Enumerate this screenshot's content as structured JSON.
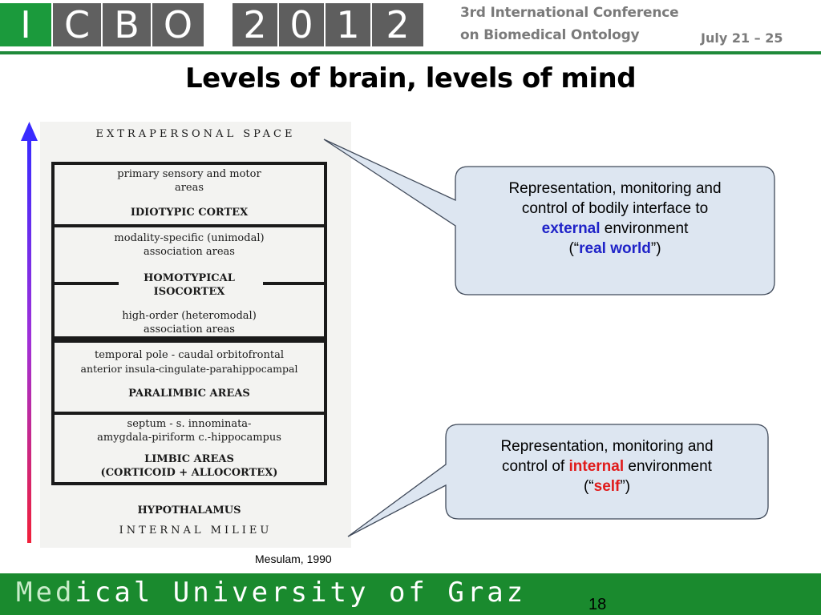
{
  "header": {
    "logo_letters": [
      "I",
      "C",
      "B",
      "O"
    ],
    "year_digits": [
      "2",
      "0",
      "1",
      "2"
    ],
    "conference_line1": "3rd International Conference",
    "conference_line2": "on Biomedical Ontology",
    "dates": "July 21 – 25"
  },
  "slide": {
    "title": "Levels of brain, levels of mind",
    "page_number": "18"
  },
  "figure": {
    "top_label": "EXTRAPERSONAL  SPACE",
    "idiotypic_desc_1": "primary sensory and motor",
    "idiotypic_desc_2": "areas",
    "idiotypic_title": "IDIOTYPIC CORTEX",
    "unimodal_1": "modality-specific (unimodal)",
    "unimodal_2": "association areas",
    "homotypical_1": "HOMOTYPICAL",
    "homotypical_2": "ISOCORTEX",
    "heteromodal_1": "high-order (heteromodal)",
    "heteromodal_2": "association areas",
    "paralimbic_1": "temporal pole - caudal orbitofrontal",
    "paralimbic_2": "anterior insula-cingulate-parahippocampal",
    "paralimbic_title": "PARALIMBIC AREAS",
    "limbic_1": "septum - s. innominata-",
    "limbic_2": "amygdala-piriform c.-hippocampus",
    "limbic_title_1": "LIMBIC AREAS",
    "limbic_title_2": "(CORTICOID + ALLOCORTEX)",
    "hypothalamus": "HYPOTHALAMUS",
    "bottom_label": "INTERNAL  MILIEU"
  },
  "callouts": {
    "external": {
      "line1": "Representation, monitoring and",
      "line2": "control of bodily interface to",
      "emph": "external",
      "after_emph": " environment",
      "quote_open": "(“",
      "quote_word": "real world",
      "quote_close": "”)"
    },
    "internal": {
      "line1": "Representation, monitoring and",
      "line2_pre": "control of ",
      "emph": "internal",
      "after_emph": " environment",
      "quote_open": "(“",
      "quote_word": "self",
      "quote_close": "”)"
    }
  },
  "citation": "Mesulam, 1990",
  "footer": {
    "title_hl": "Med",
    "title_rest": "ical University of Graz"
  },
  "colors": {
    "brand_green": "#1a8a2e",
    "logo_gray": "#606060",
    "callout_fill": "#dde6f1",
    "emphasis_blue": "#1f23c8",
    "emphasis_red": "#e01b1b"
  }
}
